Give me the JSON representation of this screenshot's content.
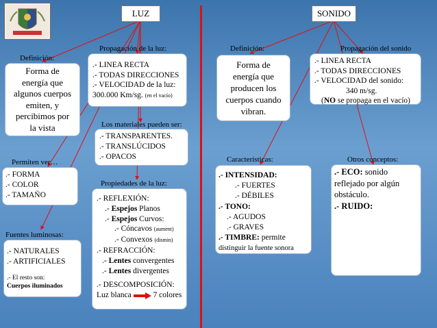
{
  "luz": {
    "title": "LUZ",
    "definicion_label": "Definición:",
    "definicion_lines": [
      "Forma de",
      "energía que",
      "algunos cuerpos",
      "emiten, y",
      "percibimos por",
      "la vista"
    ],
    "propagacion_label": "Propagación de la luz:",
    "propagacion_lines": [
      ".- LINEA RECTA",
      ".- TODAS DIRECCIONES",
      ".-  VELOCIDAD de la luz:"
    ],
    "velocidad_value": "300.000  Km/sg.",
    "velocidad_note": "(en el vacío)",
    "materiales_label": "Los materiales  pueden ser:",
    "materiales_lines": [
      ".- TRANSPARENTES.",
      ".- TRANSLÚCIDOS",
      ".- OPACOS"
    ],
    "permiten_label": "Permiten ver…",
    "permiten_lines": [
      ".- FORMA",
      ".- COLOR",
      ".- TAMAÑO"
    ],
    "propiedades_label": "Propiedades de la luz:",
    "reflexion": ".- REFLEXIÓN:",
    "espejos_planos_a": ".- ",
    "espejos_planos_b": "Espejos",
    "espejos_planos_c": " Planos",
    "espejos_curvos_a": ".- ",
    "espejos_curvos_b": "Espejos",
    "espejos_curvos_c": " Curvos:",
    "concavos": ".- Cóncavos",
    "concavos_note": "(aument)",
    "convexos": ".- Convexos",
    "convexos_note": "(dismin)",
    "refraccion": ".- REFRACCIÓN:",
    "lentes_conv_a": ".- ",
    "lentes_conv_b": "Lentes",
    "lentes_conv_c": " convergentes",
    "lentes_div_a": ".- ",
    "lentes_div_b": "Lentes",
    "lentes_div_c": " divergentes",
    "descomposicion": ".- DESCOMPOSICIÓN:",
    "luz_blanca": "Luz blanca",
    "siete_colores": "7 colores",
    "fuentes_label": "Fuentes luminosas:",
    "fuentes_lines": [
      ".- NATURALES",
      ".- ARTIFICIALES"
    ],
    "resto": ".- El resto  son:",
    "iluminados": "Cuerpos iluminados"
  },
  "sonido": {
    "title": "SONIDO",
    "definicion_label": "Definición:",
    "definicion_lines": [
      "Forma de",
      "energía que",
      "producen los",
      "cuerpos cuando",
      "vibran."
    ],
    "propagacion_label": "Propagación del sonido",
    "propagacion_lines": [
      ".- LINEA RECTA",
      ".- TODAS DIRECCIONES",
      ".-  VELOCIDAD del sonido:"
    ],
    "velocidad_value": "340 m/sg.",
    "no_propaga_a": "(",
    "no_propaga_b": "NO",
    "no_propaga_c": " se propaga en el vacío)",
    "caracteristicas_label": "Características:",
    "intensidad": ".-  INTENSIDAD:",
    "fuertes": ".- FUERTES",
    "debiles": ".- DÉBILES",
    "tono": ".- TONO:",
    "agudos": ".- AGUDOS",
    "graves": ".- GRAVES",
    "timbre": ".- TIMBRE:",
    "timbre_text": " permite",
    "timbre_text2": "distinguir la fuente sonora",
    "otros_label": "Otros conceptos:",
    "eco": ".- ECO:",
    "eco_text": " sonido",
    "eco_lines": [
      "reflejado por algún",
      "obstáculo."
    ],
    "ruido": ".- RUIDO:"
  },
  "colors": {
    "background": "#4a82bd",
    "lines": "#e01010",
    "box": "#ffffff"
  }
}
